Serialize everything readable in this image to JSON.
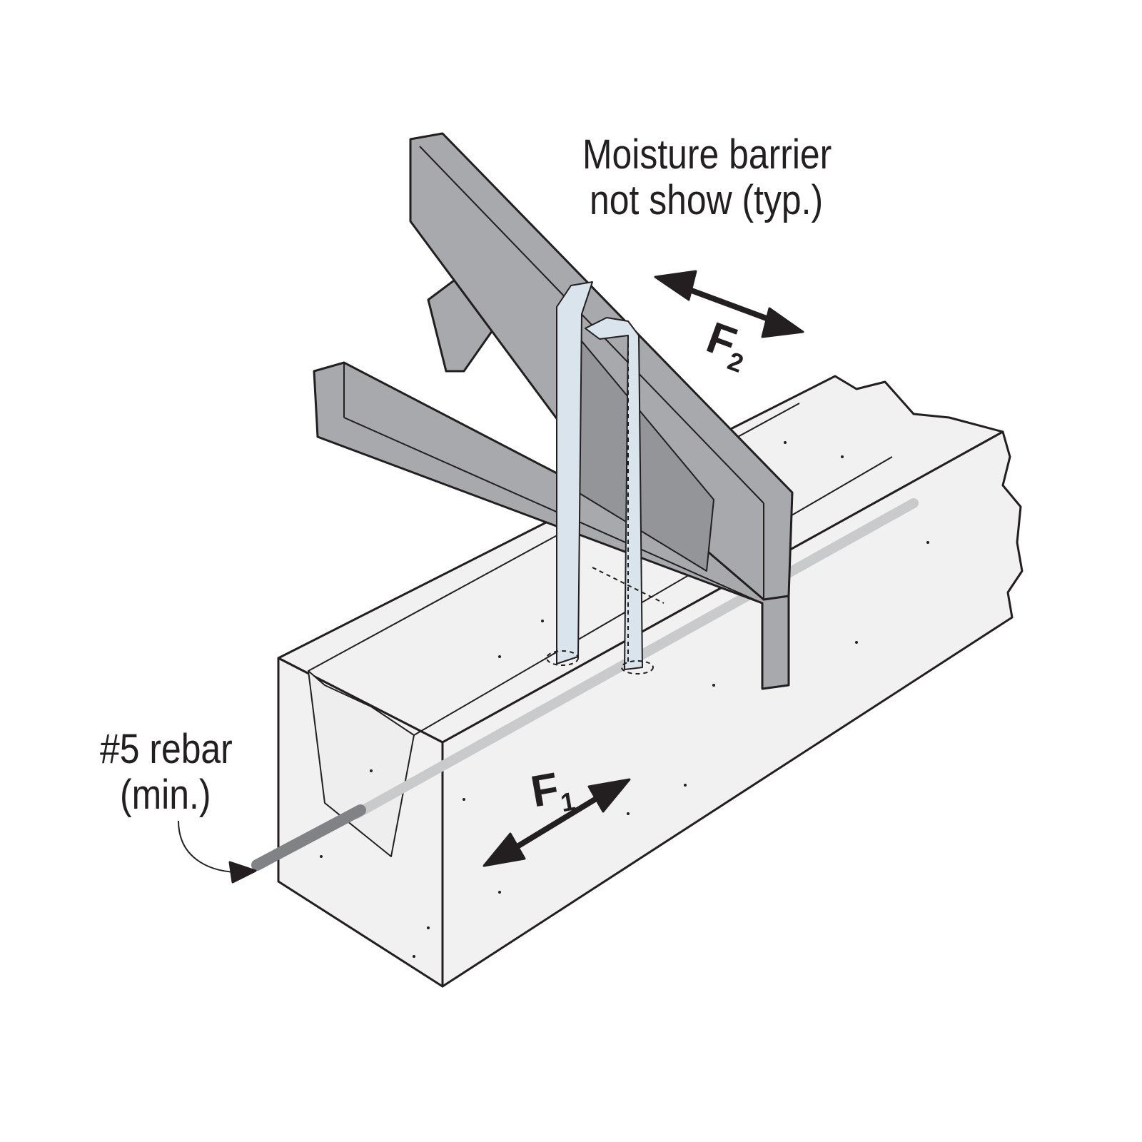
{
  "labels": {
    "moisture_line1": "Moisture barrier",
    "moisture_line2": "not show (typ.)",
    "rebar_line1": "#5 rebar",
    "rebar_line2": "(min.)",
    "force1": "F",
    "force1_sub": "1",
    "force2": "F",
    "force2_sub": "2"
  },
  "colors": {
    "steel": "#a7a9ac",
    "steel_dark": "#939598",
    "concrete": "#f1f1f2",
    "strap": "#d9e4ec",
    "line": "#231f20"
  }
}
